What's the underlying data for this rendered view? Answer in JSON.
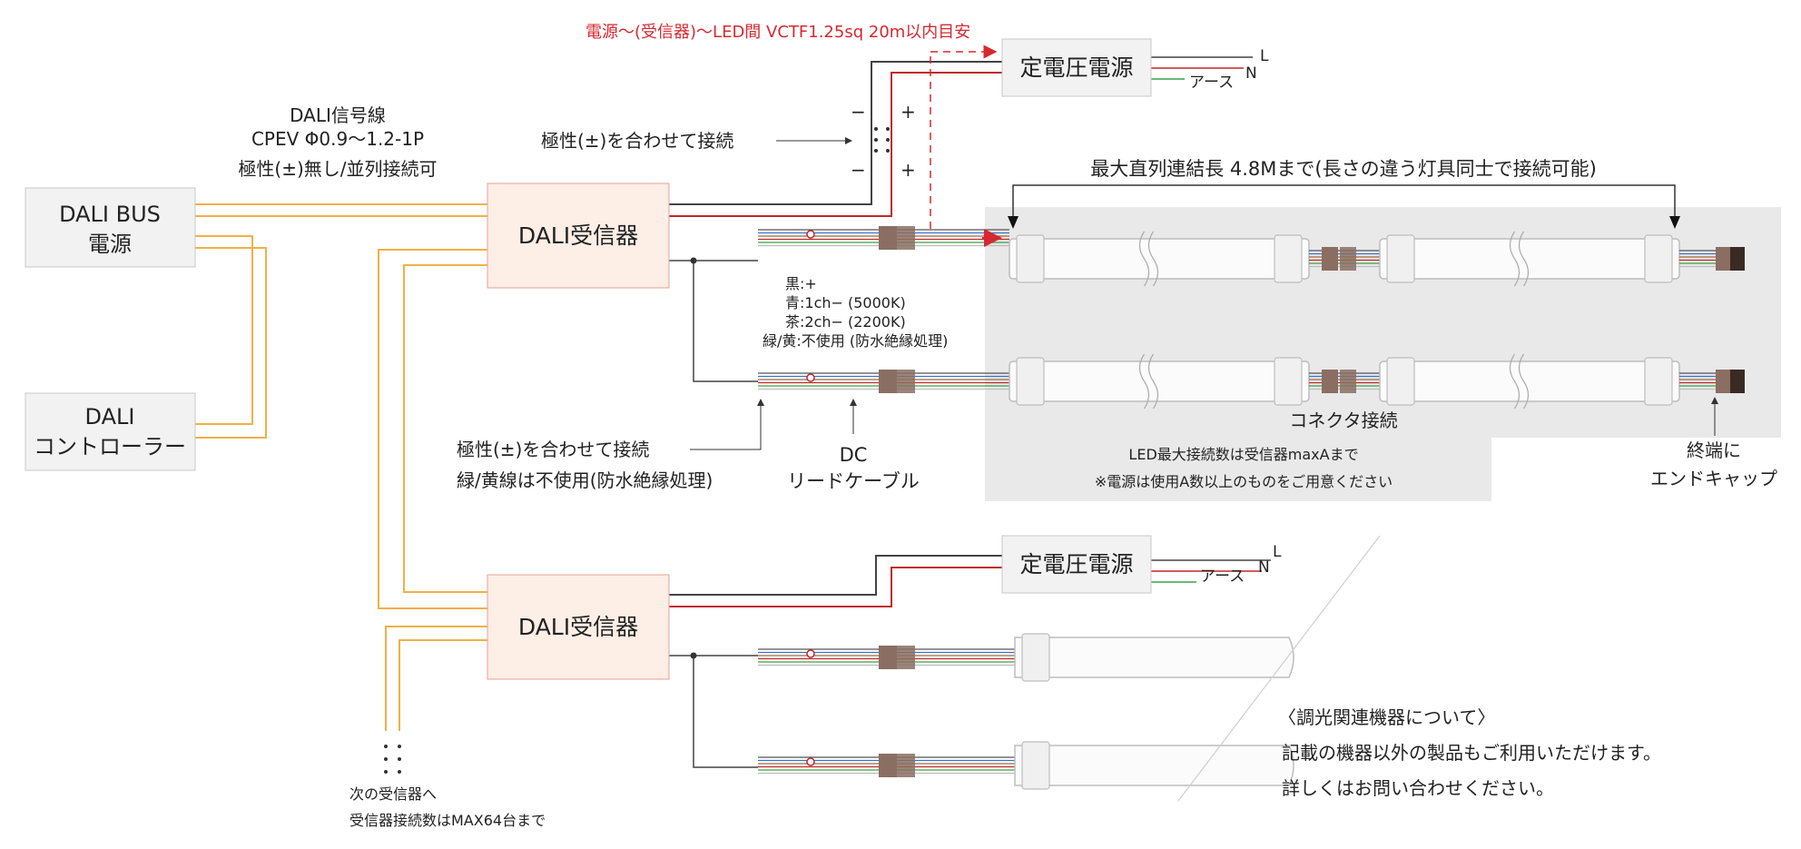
{
  "red_note": "電源〜(受信器)〜LED間  VCTF1.25sq 20m以内目安",
  "psu_label": "定電圧電源",
  "psu_wires": {
    "l": "L",
    "n": "N",
    "earth": "アース"
  },
  "polarity_signs": {
    "minus": "−",
    "plus": "+"
  },
  "polarity_note": "極性(±)を合わせて接続",
  "dali_signal": {
    "line1": "DALI信号線",
    "line2": "CPEV Φ0.9〜1.2-1P",
    "line3": "極性(±)無し/並列接続可"
  },
  "bus_psu": {
    "line1": "DALI BUS",
    "line2": "電源"
  },
  "controller": {
    "line1": "DALI",
    "line2": "コントローラー"
  },
  "receiver_label": "DALI受信器",
  "max_length": "最大直列連結長 4.8Mまで(長さの違う灯具同士で接続可能)",
  "wire_legend": [
    "黒:+",
    "青:1ch− (5000K)",
    "茶:2ch− (2200K)",
    "緑/黄:不使用 (防水絶縁処理)"
  ],
  "connector_label": "コネクタ接続",
  "led_note": "LED最大接続数は受信器maxAまで",
  "psu_note": "※電源は使用A数以上のものをご用意ください",
  "endcap": {
    "line1": "終端に",
    "line2": "エンドキャップ"
  },
  "polarity_note2": {
    "line1": "極性(±)を合わせて接続",
    "line2": "緑/黄線は不使用(防水絶縁処理)"
  },
  "dc_cable": {
    "line1": "DC",
    "line2": "リードケーブル"
  },
  "next_receiver": {
    "line1": "次の受信器へ",
    "line2": "受信器接続数はMAX64台まで"
  },
  "dimming_note": {
    "title": "〈調光関連機器について〉",
    "line1": "記載の機器以外の製品もご利用いただけます。",
    "line2": "詳しくはお問い合わせください。"
  },
  "colors": {
    "dali_wire": "#f0b048",
    "red_wire": "#c0282c",
    "receiver_fill": "#fdeee6",
    "receiver_stroke": "#e8a090",
    "box_fill": "#f2f2f2",
    "panel": "#e9e9e9",
    "connector": "#8a6e62",
    "endcap": "#3a2a24",
    "note_red": "#d7282f"
  }
}
